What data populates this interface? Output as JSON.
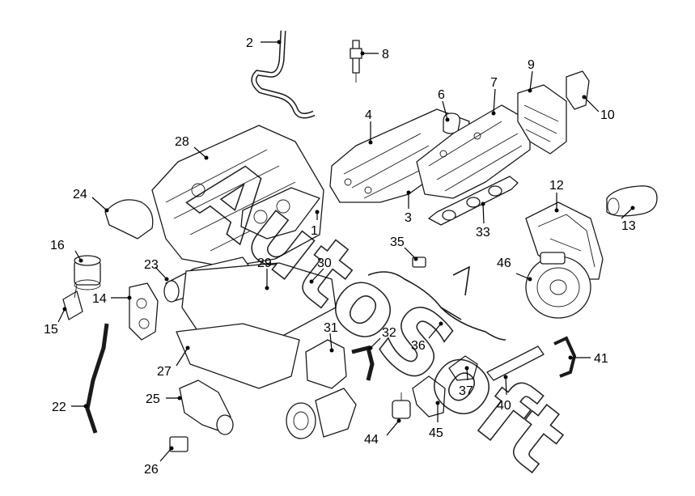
{
  "watermark": {
    "text": "AutoSoft",
    "color": "#000000"
  },
  "colors": {
    "line": "#1a1a1a",
    "background": "#ffffff"
  },
  "callouts": [
    {
      "id": "1",
      "label": "1"
    },
    {
      "id": "2",
      "label": "2"
    },
    {
      "id": "3",
      "label": "3"
    },
    {
      "id": "4",
      "label": "4"
    },
    {
      "id": "6",
      "label": "6"
    },
    {
      "id": "7",
      "label": "7"
    },
    {
      "id": "8",
      "label": "8"
    },
    {
      "id": "9",
      "label": "9"
    },
    {
      "id": "10",
      "label": "10"
    },
    {
      "id": "12",
      "label": "12"
    },
    {
      "id": "13",
      "label": "13"
    },
    {
      "id": "14",
      "label": "14"
    },
    {
      "id": "15",
      "label": "15"
    },
    {
      "id": "16",
      "label": "16"
    },
    {
      "id": "22",
      "label": "22"
    },
    {
      "id": "23",
      "label": "23"
    },
    {
      "id": "24",
      "label": "24"
    },
    {
      "id": "25",
      "label": "25"
    },
    {
      "id": "26",
      "label": "26"
    },
    {
      "id": "27",
      "label": "27"
    },
    {
      "id": "28",
      "label": "28"
    },
    {
      "id": "29",
      "label": "29"
    },
    {
      "id": "30",
      "label": "30"
    },
    {
      "id": "31",
      "label": "31"
    },
    {
      "id": "32",
      "label": "32"
    },
    {
      "id": "33",
      "label": "33"
    },
    {
      "id": "35",
      "label": "35"
    },
    {
      "id": "36",
      "label": "36"
    },
    {
      "id": "37",
      "label": "37"
    },
    {
      "id": "40",
      "label": "40"
    },
    {
      "id": "41",
      "label": "41"
    },
    {
      "id": "44",
      "label": "44"
    },
    {
      "id": "45",
      "label": "45"
    },
    {
      "id": "46",
      "label": "46"
    }
  ]
}
